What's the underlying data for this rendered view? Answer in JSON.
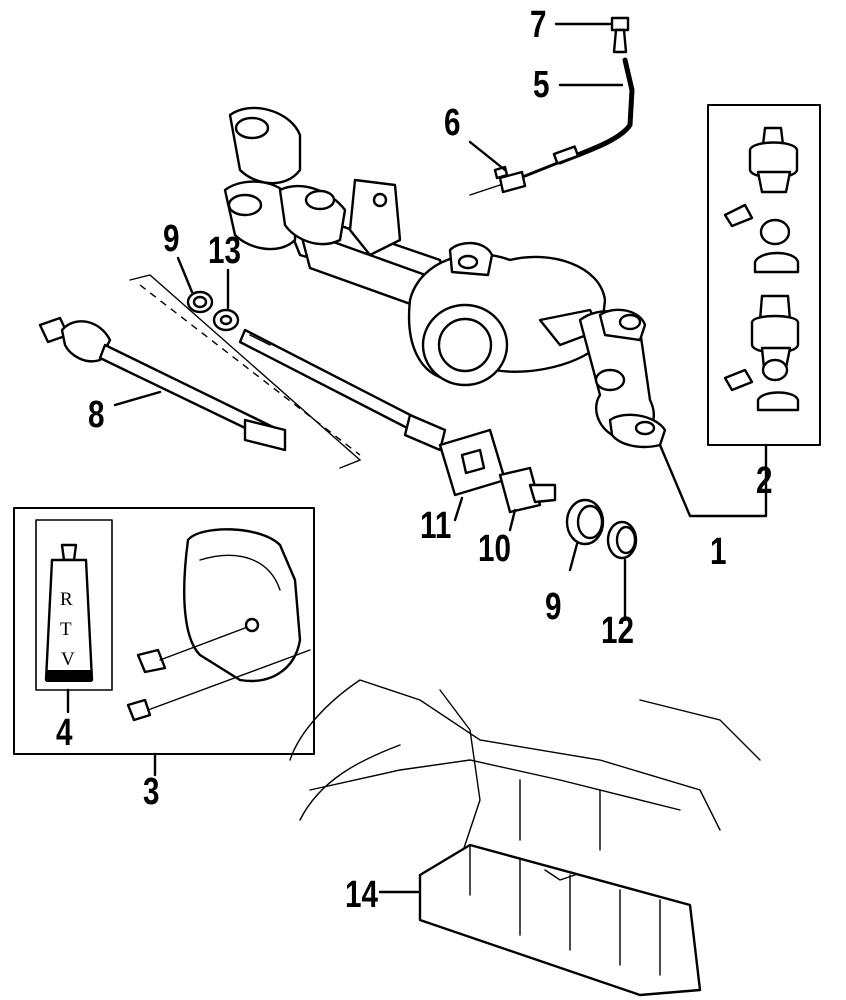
{
  "diagram": {
    "callouts": {
      "c1": "1",
      "c2": "2",
      "c3": "3",
      "c4": "4",
      "c5": "5",
      "c6": "6",
      "c7": "7",
      "c8": "8",
      "c9a": "9",
      "c9b": "9",
      "c10": "10",
      "c11": "11",
      "c12": "12",
      "c13": "13",
      "c14": "14"
    },
    "tube_label": [
      "R",
      "T",
      "V"
    ]
  }
}
